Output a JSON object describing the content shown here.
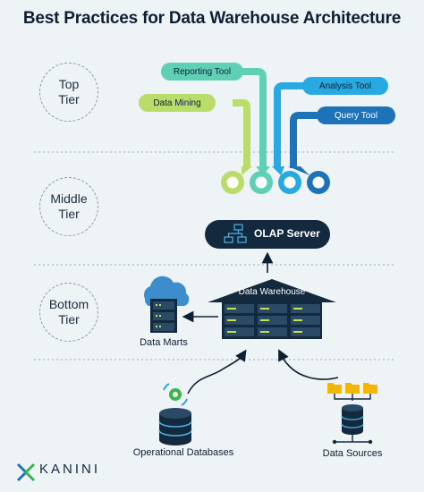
{
  "title": "Best Practices for Data Warehouse Architecture",
  "tiers": [
    {
      "line1": "Top",
      "line2": "Tier"
    },
    {
      "line1": "Middle",
      "line2": "Tier"
    },
    {
      "line1": "Bottom",
      "line2": "Tier"
    }
  ],
  "tools": {
    "reporting": "Reporting Tool",
    "data_mining": "Data Mining",
    "analysis": "Analysis Tool",
    "query": "Query Tool"
  },
  "olap_server": "OLAP Server",
  "data_warehouse": "Data Warehouse",
  "data_marts": "Data Marts",
  "operational_databases": "Operational Databases",
  "data_sources": "Data Sources",
  "brand": "KANINI",
  "colors": {
    "background": "#eef3f6",
    "navy": "#13293d",
    "reporting": "#5fd0b4",
    "data_mining": "#b9dc6a",
    "analysis": "#27a9e1",
    "query": "#1e73b8",
    "cloud": "#3d8ccb",
    "folder": "#f2b705"
  }
}
